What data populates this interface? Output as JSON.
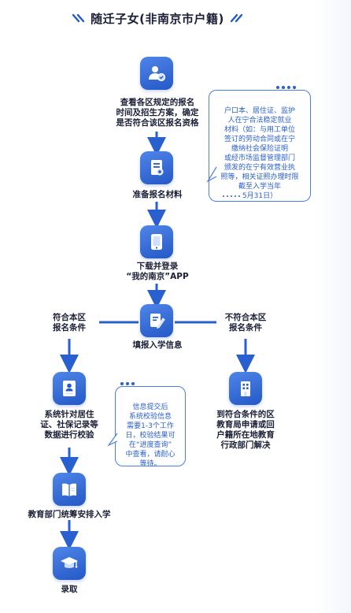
{
  "title": "随迁子女(非南京市户籍)",
  "colors": {
    "accent": "#2458c7",
    "arrow": "#2a5fcf",
    "text": "#1a1f36"
  },
  "nodes": {
    "check": {
      "label": "查看各区规定的报名\n时间及招生方案，确定\n是否符合该区报名资格",
      "icon": "person-doc-icon"
    },
    "prepare": {
      "label": "准备报名材料",
      "icon": "document-icon"
    },
    "download": {
      "label": "下载并登录\n“我的南京”APP",
      "icon": "tablet-icon"
    },
    "fill": {
      "label": "填报入学信息",
      "icon": "edit-icon"
    },
    "eligible": {
      "label": "符合本区\n报名条件"
    },
    "ineligible": {
      "label": "不符合本区\n报名条件"
    },
    "verify": {
      "label": "系统针对居住\n证、社保记录等\n数据进行校验",
      "icon": "id-card-icon"
    },
    "apply_other": {
      "label": "到符合条件的区\n教育局申请或回\n户籍所在地教育\n行政部门解决",
      "icon": "building-icon"
    },
    "arrange": {
      "label": "教育部门统筹安排入学",
      "icon": "book-icon"
    },
    "admit": {
      "label": "录取",
      "icon": "graduation-cap-icon"
    }
  },
  "notes": {
    "materials": "户口本、居住证、监护\n人在宁合法稳定就业\n材料（如：与用工单位\n签订的劳动合同或在宁\n缴纳社会保险证明\n或经市场监督管理部门\n颁发的在宁有效营业执\n照等，相关证照办理时限\n截至入学当年\n5月31日）",
    "verify_time": "信息提交后\n系统校验信息\n需要1-3个工作\n日，校验结果可\n在“进度查询”\n中查看，请耐心\n等待。"
  }
}
